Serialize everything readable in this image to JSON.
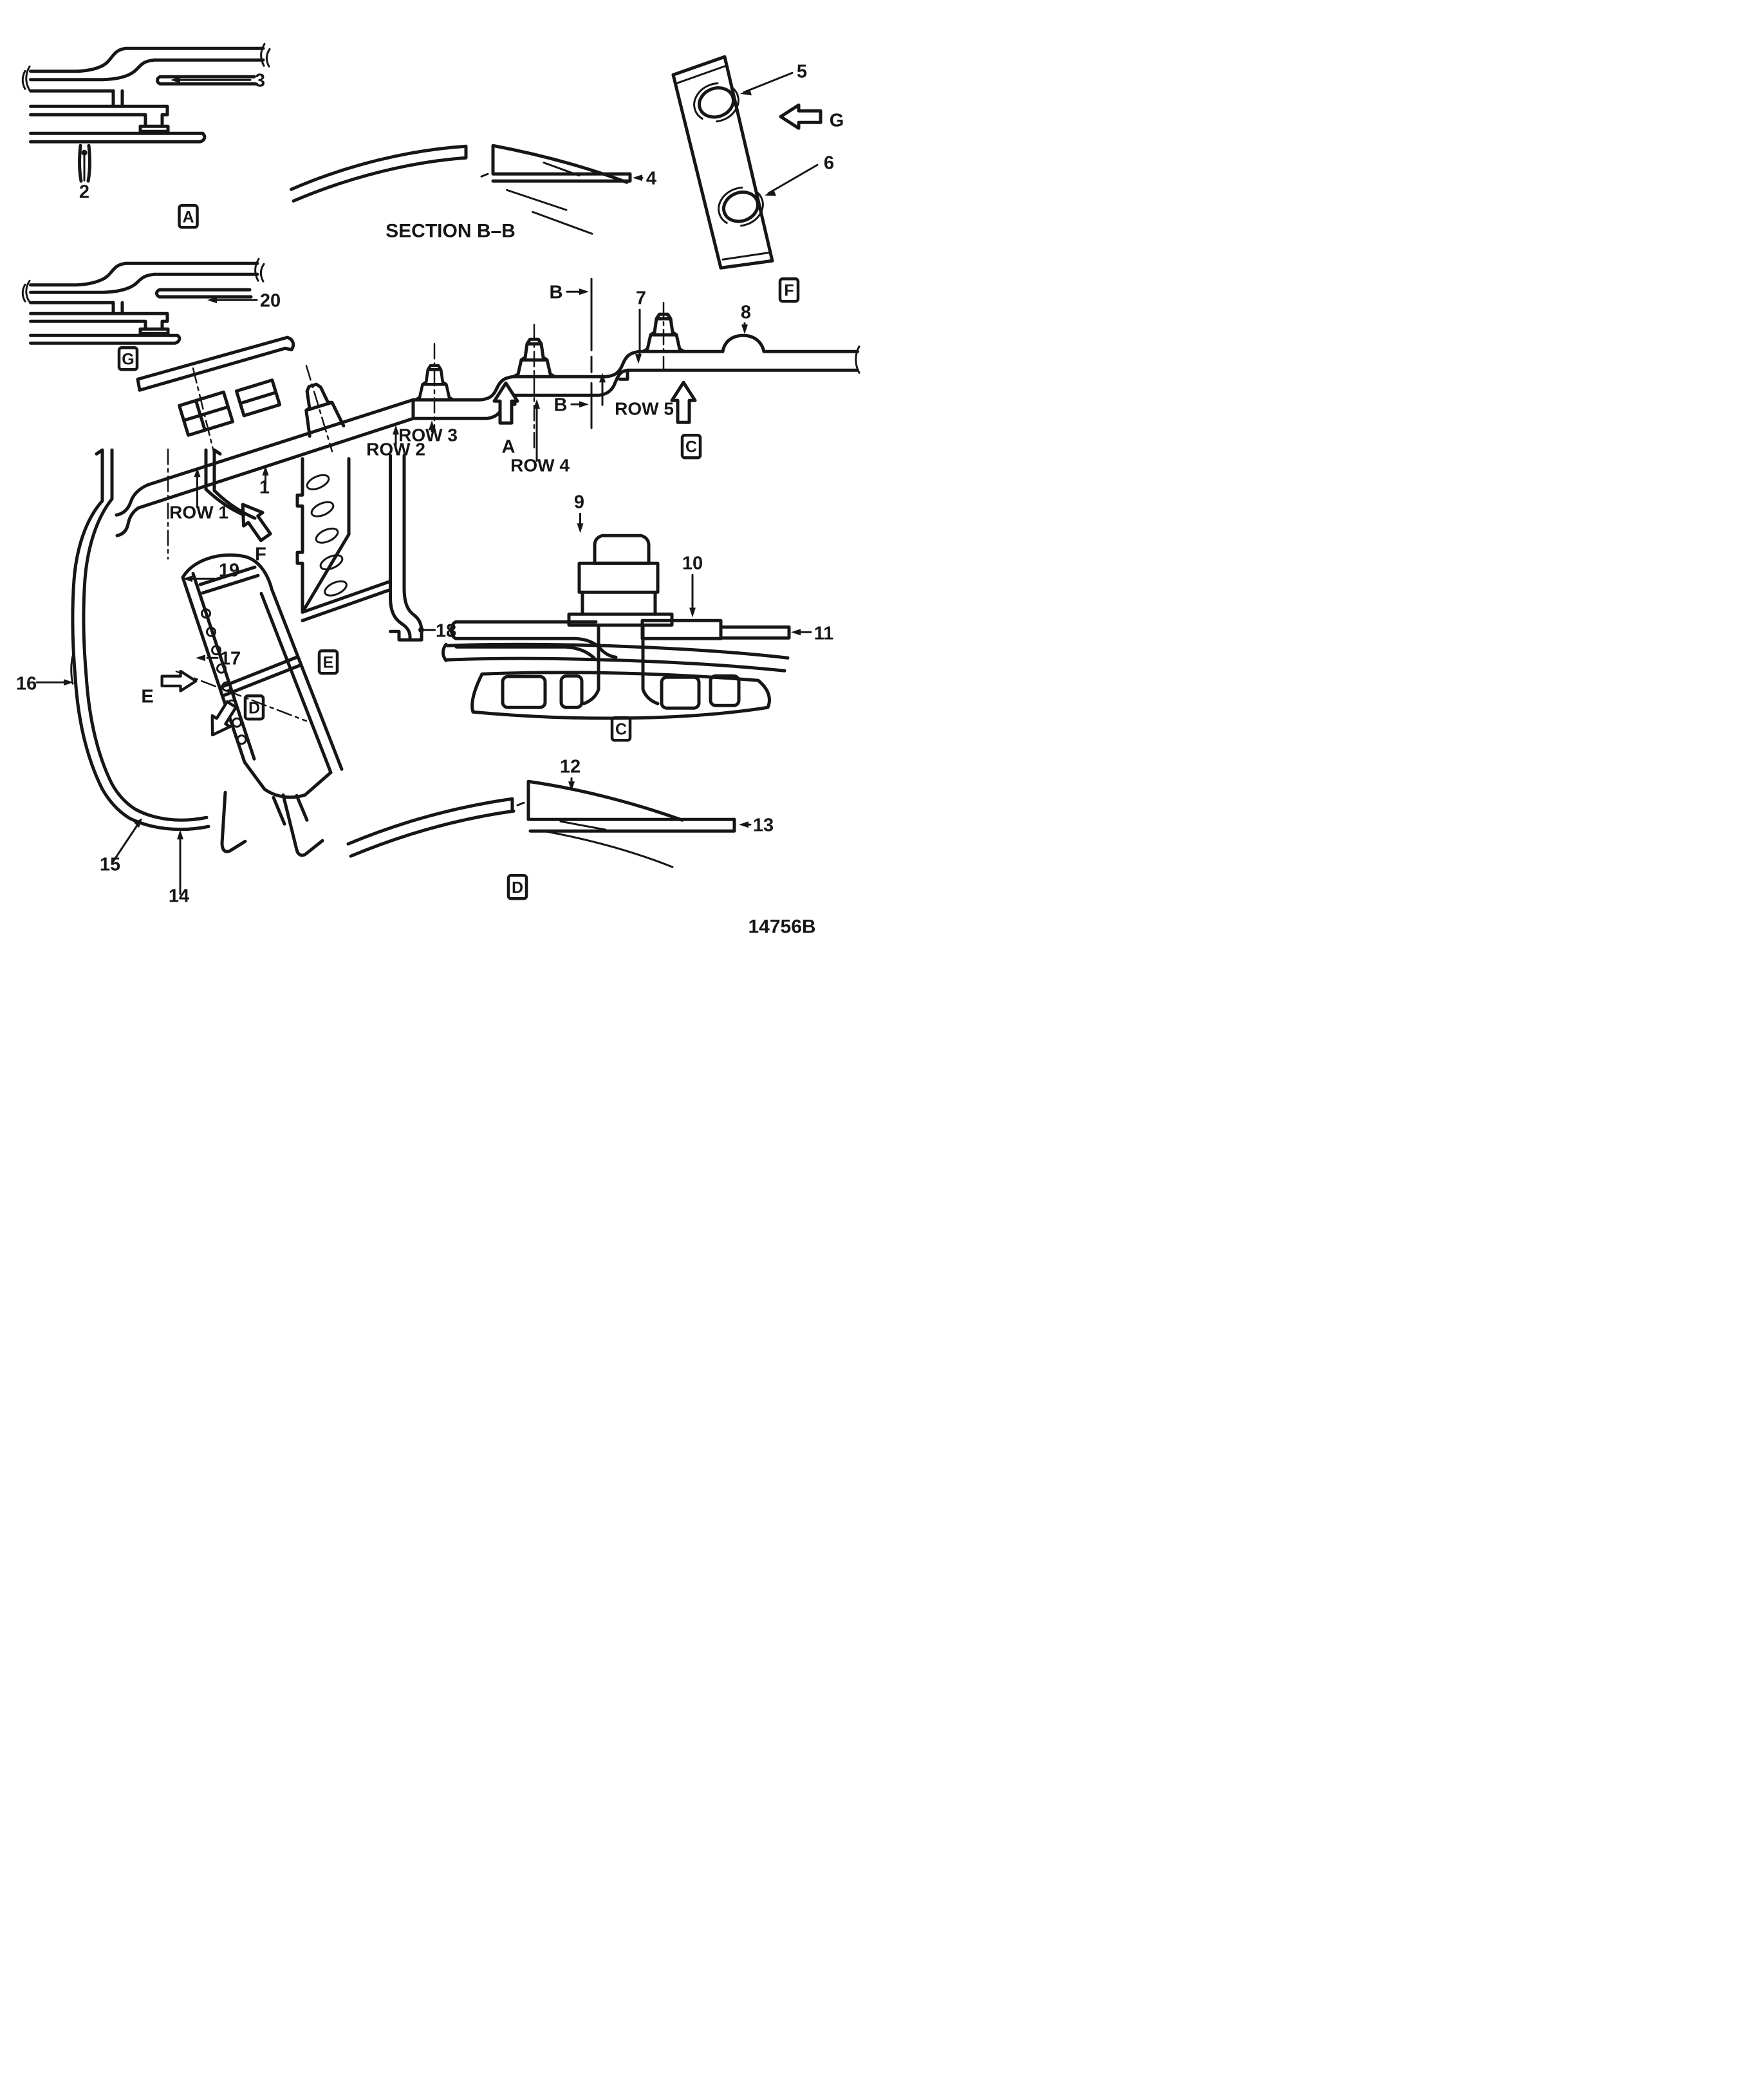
{
  "figure": {
    "drawing_number": "14756B",
    "section_label": "SECTION B–B"
  },
  "callouts": {
    "c1": "1",
    "c2": "2",
    "c3": "3",
    "c4": "4",
    "c5": "5",
    "c6": "6",
    "c7": "7",
    "c8": "8",
    "c9": "9",
    "c10": "10",
    "c11": "11",
    "c12": "12",
    "c13": "13",
    "c14": "14",
    "c15": "15",
    "c16": "16",
    "c17": "17",
    "c18": "18",
    "c19": "19",
    "c20": "20"
  },
  "row_labels": {
    "row1": "ROW 1",
    "row2": "ROW 2",
    "row3": "ROW 3",
    "row4": "ROW 4",
    "row5": "ROW 5"
  },
  "view_letters": {
    "a": "A",
    "b": "B",
    "c": "C",
    "d": "D",
    "e": "E",
    "f": "F",
    "g": "G"
  },
  "colors": {
    "ink": "#161616",
    "paper": "#ffffff"
  }
}
